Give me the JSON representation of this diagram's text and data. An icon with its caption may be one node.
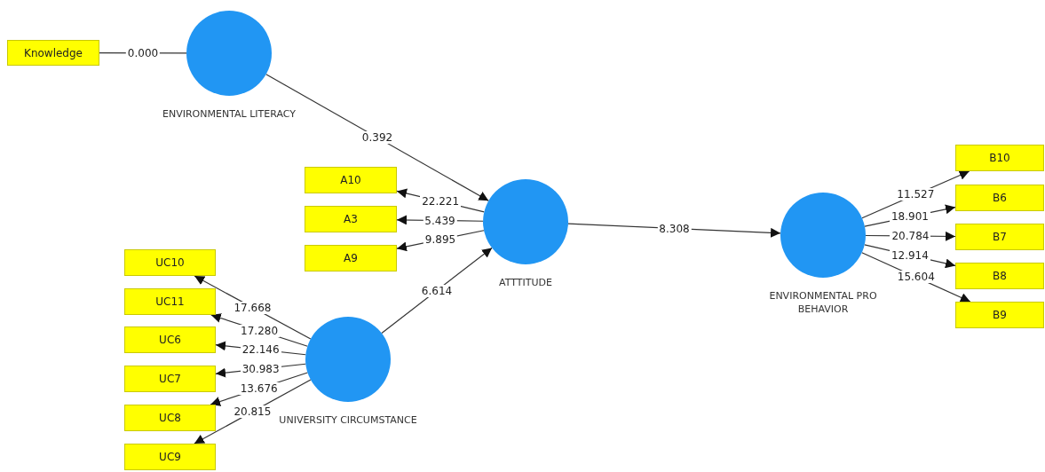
{
  "diagram": {
    "nodes": [
      {
        "text": [
          "Knowledge"
        ]
      },
      {
        "text": [
          "ENVIRONMENTAL LITERACY"
        ]
      },
      {
        "text": [
          "ATTTITUDE"
        ]
      },
      {
        "text": [
          "A10"
        ]
      },
      {
        "text": [
          "A3"
        ]
      },
      {
        "text": [
          "A9"
        ]
      },
      {
        "text": [
          "UNIVERSITY CIRCUMSTANCE"
        ]
      },
      {
        "text": [
          "UC10"
        ]
      },
      {
        "text": [
          "UC11"
        ]
      },
      {
        "text": [
          "UC6"
        ]
      },
      {
        "text": [
          "UC7"
        ]
      },
      {
        "text": [
          "UC8"
        ]
      },
      {
        "text": [
          "UC9"
        ]
      },
      {
        "text": [
          "ENVIRONMENTAL PRO BEHAVIOR"
        ]
      },
      {
        "text": [
          "B10"
        ]
      },
      {
        "text": [
          "B6"
        ]
      },
      {
        "text": [
          "B7"
        ]
      },
      {
        "text": [
          "B8"
        ]
      },
      {
        "text": [
          "B9"
        ]
      }
    ],
    "edges": [
      {
        "from": 0,
        "to": 1,
        "arrow": "none",
        "label": "0.000"
      },
      {
        "from": 1,
        "to": 2,
        "arrow": "to",
        "label": "0.392"
      },
      {
        "from": 2,
        "to": 3,
        "arrow": "to",
        "label": "22.221"
      },
      {
        "from": 2,
        "to": 4,
        "arrow": "to",
        "label": "5.439"
      },
      {
        "from": 2,
        "to": 5,
        "arrow": "to",
        "label": "9.895"
      },
      {
        "from": 6,
        "to": 2,
        "arrow": "to",
        "label": "6.614"
      },
      {
        "from": 6,
        "to": 7,
        "arrow": "to",
        "label": "17.668"
      },
      {
        "from": 6,
        "to": 8,
        "arrow": "to",
        "label": "17.280"
      },
      {
        "from": 6,
        "to": 9,
        "arrow": "to",
        "label": "22.146"
      },
      {
        "from": 6,
        "to": 10,
        "arrow": "to",
        "label": "30.983"
      },
      {
        "from": 6,
        "to": 11,
        "arrow": "to",
        "label": "13.676"
      },
      {
        "from": 6,
        "to": 12,
        "arrow": "to",
        "label": "20.815"
      },
      {
        "from": 2,
        "to": 13,
        "arrow": "to",
        "label": "8.308"
      },
      {
        "from": 13,
        "to": 14,
        "arrow": "to",
        "label": "11.527"
      },
      {
        "from": 13,
        "to": 15,
        "arrow": "to",
        "label": "18.901"
      },
      {
        "from": 13,
        "to": 16,
        "arrow": "to",
        "label": "20.784"
      },
      {
        "from": 13,
        "to": 17,
        "arrow": "to",
        "label": "12.914"
      },
      {
        "from": 13,
        "to": 18,
        "arrow": "to",
        "label": "15.604"
      }
    ]
  }
}
